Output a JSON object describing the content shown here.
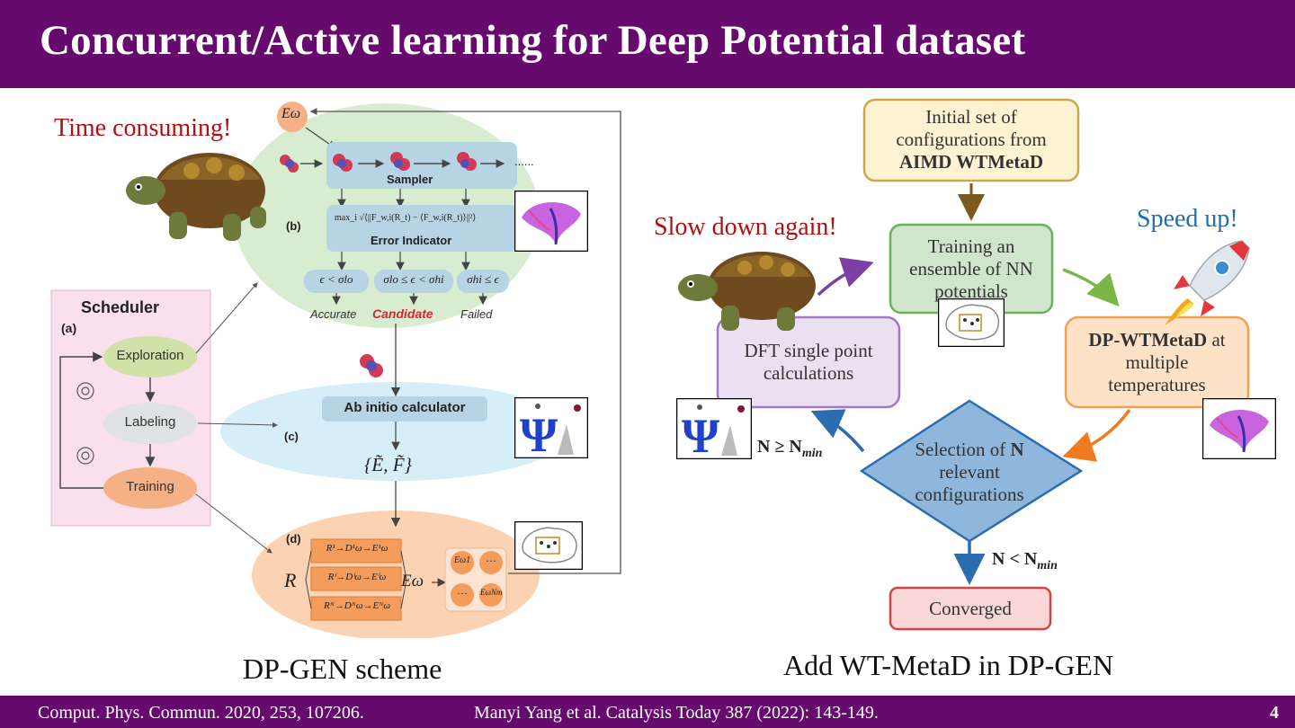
{
  "title": "Concurrent/Active learning for Deep Potential dataset",
  "left": {
    "annotation": "Time consuming!",
    "caption": "DP-GEN scheme",
    "scheduler": {
      "title": "Scheduler",
      "panel_label": "(a)",
      "steps": [
        "Exploration",
        "Labeling",
        "Training"
      ]
    },
    "exploration": {
      "panel_b": "(b)",
      "energy_symbol": "Eω",
      "sampler": "Sampler",
      "dots": "......",
      "error_formula": "max_i √⟨||F_w,i(R_t) − ⟨F_w,i(R_t)⟩||²⟩",
      "error_indicator": "Error Indicator",
      "conditions": [
        "ϵ < σlo",
        "σlo ≤ ϵ < σhi",
        "σhi ≤ ϵ"
      ],
      "outcomes": [
        "Accurate",
        "Candidate",
        "Failed"
      ]
    },
    "labeling": {
      "panel_c": "(c)",
      "calculator": "Ab initio calculator",
      "output": "{Ẽ, F̃}"
    },
    "training": {
      "panel_d": "(d)",
      "input": "R",
      "rows": [
        "R¹→D¹ω→E¹ω",
        "Rⁱ→Dⁱω→Eⁱω",
        "Rᴺ→Dᴺω→Eᴺω"
      ],
      "output": "Eω",
      "ensemble": [
        "Eω1",
        "···",
        "···",
        "EωNm"
      ]
    }
  },
  "right": {
    "annotation_slow": "Slow down again!",
    "annotation_speed": "Speed up!",
    "caption": "Add WT-MetaD in DP-GEN",
    "initial": [
      "Initial set of",
      "configurations from",
      "AIMD WTMetaD"
    ],
    "training": [
      "Training an",
      "ensemble of  NN",
      "potentials"
    ],
    "metad_bold": "DP-WTMetaD",
    "metad": [
      " at",
      "multiple",
      "temperatures"
    ],
    "selection_pre": "Selection of ",
    "selection_bold": "N",
    "selection": [
      "relevant",
      "configurations"
    ],
    "dft": [
      "DFT single point",
      "calculations"
    ],
    "cond_ge": "N ≥ N",
    "cond_lt": "N < N",
    "cond_sub": "min",
    "converged": "Converged"
  },
  "footer": {
    "ref1": "Comput. Phys. Commun. 2020, 253, 107206.",
    "ref2": "Manyi Yang et al. Catalysis Today 387 (2022): 143-149.",
    "page": "4"
  },
  "colors": {
    "title_bar": "#660a6e",
    "red_annotation": "#b01010",
    "blue_annotation": "#1a6fb5",
    "initial_box": "#fdf3d3",
    "training_box": "#cfe5cc",
    "metad_box": "#fde2c8",
    "dft_box": "#ebdff2",
    "selection_diamond": "#8fb7db",
    "converged_box": "#f9d7d7"
  }
}
